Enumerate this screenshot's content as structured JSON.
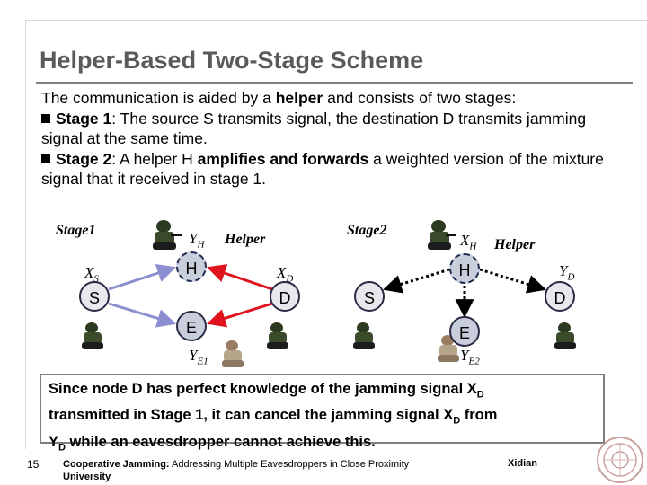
{
  "slide": {
    "title": "Helper-Based Two-Stage Scheme",
    "intro_pre": "The communication is aided by a ",
    "intro_bold": "helper",
    "intro_post": " and consists of two stages:",
    "stage1_label": "Stage 1",
    "stage1_text": ": The source S transmits signal, the destination D transmits jamming signal at the same time.",
    "stage2_label": "Stage 2",
    "stage2_pre": ": A helper H ",
    "stage2_bold": "amplifies and forwards",
    "stage2_post": " a weighted version of the mixture signal that it received in stage 1."
  },
  "diagram": {
    "stage1_title": "Stage1",
    "stage2_title": "Stage2",
    "helper_label": "Helper",
    "nodes": {
      "s": "S",
      "h": "H",
      "d": "D",
      "e": "E"
    },
    "signals": {
      "xs_main": "X",
      "xs_sub": "S",
      "yh_main": "Y",
      "yh_sub": "H",
      "xd_main": "X",
      "xd_sub": "D",
      "ye1_main": "Y",
      "ye1_sub": "E1",
      "xh_main": "X",
      "xh_sub": "H",
      "yd_main": "Y",
      "yd_sub": "D",
      "ye2_main": "Y",
      "ye2_sub": "E2"
    },
    "colors": {
      "arrow_red": "#e0141e",
      "arrow_blue": "#8b8fd0",
      "arrow_dark": "#000000"
    }
  },
  "callout": {
    "line1_pre": "Since node D has perfect knowledge of the jamming  signal X",
    "line1_sub": "D",
    "line2_pre": "transmitted in Stage 1, it can cancel the jamming signal X",
    "line2_sub": "D",
    "line2_post": " from",
    "line3_pre": "Y",
    "line3_sub": "D",
    "line3_post": " while an eavesdropper cannot achieve this."
  },
  "footer": {
    "page_number": "15",
    "cite_bold1": "Cooperative Jamming:",
    "cite_rest": "  Addressing Multiple Eavesdroppers in Close Proximity",
    "cite_bold2": "University",
    "organization": "Xidian"
  }
}
